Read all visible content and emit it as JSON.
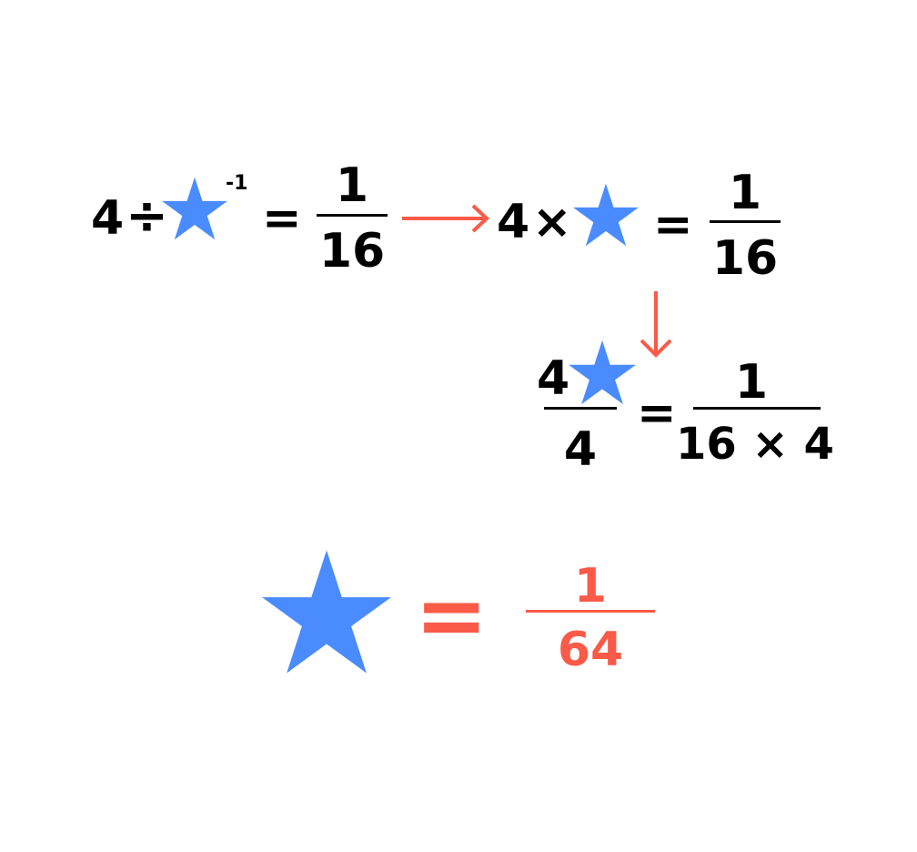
{
  "colors": {
    "star": "#4a8cff",
    "accent": "#fa5a48",
    "ink": "#000000"
  },
  "icons": {
    "unknown": "star-icon",
    "step": "arrow-icon"
  },
  "step1": {
    "base": "4",
    "op": "÷",
    "exponent": "-1",
    "equals": "=",
    "rhs_numerator": "1",
    "rhs_denominator": "16"
  },
  "step2": {
    "base": "4",
    "op": "×",
    "equals": "=",
    "rhs_numerator": "1",
    "rhs_denominator": "16"
  },
  "step3": {
    "lhs_numerator": "4",
    "lhs_denominator": "4",
    "equals": "=",
    "rhs_numerator": "1",
    "rhs_denominator": "16 × 4"
  },
  "result": {
    "equals": "=",
    "numerator": "1",
    "denominator": "64"
  }
}
